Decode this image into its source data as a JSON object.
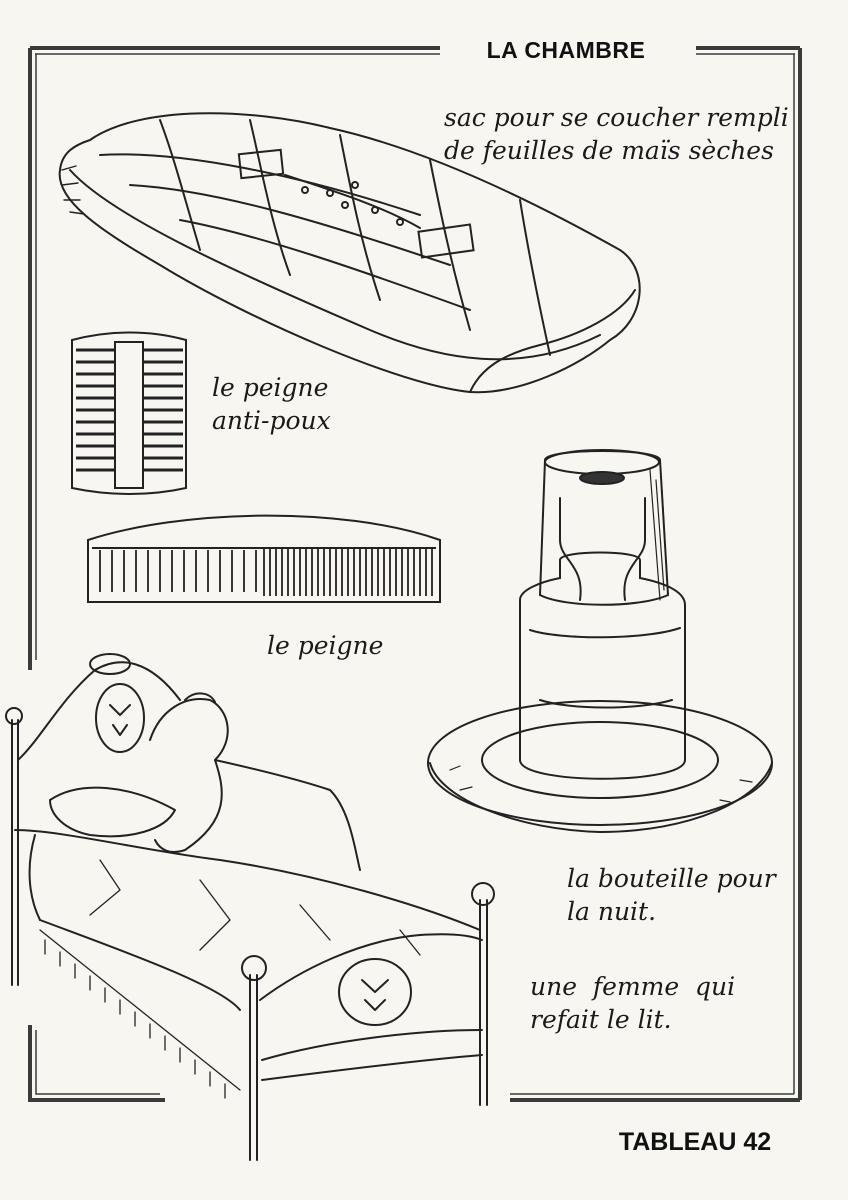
{
  "page": {
    "title": "LA CHAMBRE",
    "footer": "TABLEAU 42"
  },
  "captions": {
    "sac_line1": "sac pour se coucher rempli",
    "sac_line2": "de feuilles de maïs sèches",
    "peigne_anti_line1": "le peigne",
    "peigne_anti_line2": "anti-poux",
    "peigne": "le peigne",
    "bouteille_line1": "la bouteille pour",
    "bouteille_line2": "la nuit.",
    "femme_line1": "une  femme  qui",
    "femme_line2": "refait le lit."
  },
  "illustrations": [
    "corn-husk-mattress-drawing",
    "lice-comb-drawing",
    "comb-drawing",
    "night-bottle-drawing",
    "woman-making-bed-drawing"
  ]
}
